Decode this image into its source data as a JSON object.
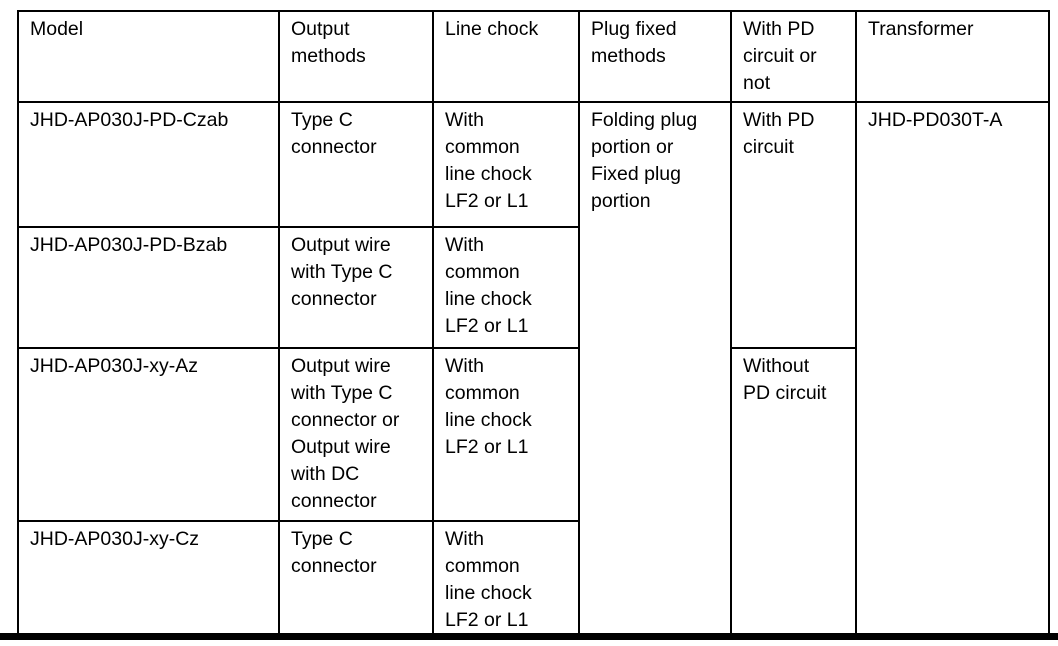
{
  "colors": {
    "border": "#000000",
    "text": "#000000",
    "background": "#ffffff"
  },
  "table": {
    "headers": [
      "Model",
      "Output\nmethods",
      "Line chock",
      "Plug fixed\nmethods",
      "With PD\ncircuit or\nnot",
      "Transformer"
    ],
    "rows": [
      {
        "model": "JHD-AP030J-PD-Czab",
        "output": "Type C\nconnector",
        "chock": "With\ncommon\nline chock\nLF2 or L1",
        "plug": "Folding plug\nportion or\nFixed plug\nportion",
        "pd": "With PD\ncircuit",
        "transformer": "JHD-PD030T-A"
      },
      {
        "model": "JHD-AP030J-PD-Bzab",
        "output": "Output wire\nwith Type C\nconnector",
        "chock": "With\ncommon\nline chock\nLF2 or L1"
      },
      {
        "model": "JHD-AP030J-xy-Az",
        "output": "Output wire\nwith Type C\nconnector or\nOutput wire\nwith DC\nconnector",
        "chock": "With\ncommon\nline chock\nLF2 or L1",
        "pd": "Without\nPD circuit"
      },
      {
        "model": "JHD-AP030J-xy-Cz",
        "output": "Type C\nconnector",
        "chock": "With\ncommon\nline chock\nLF2 or L1"
      }
    ]
  }
}
